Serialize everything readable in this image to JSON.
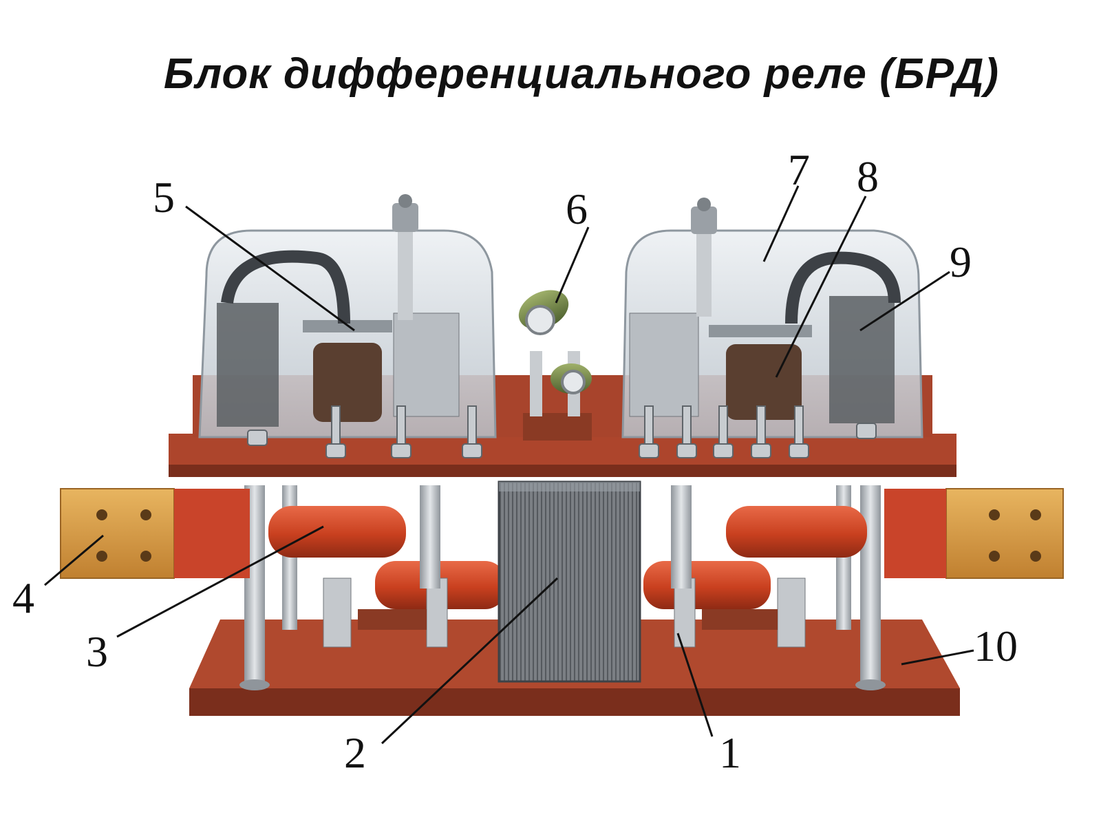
{
  "title": "Блок дифференциального реле (БРД)",
  "callouts": [
    {
      "id": "1",
      "label": "1"
    },
    {
      "id": "2",
      "label": "2"
    },
    {
      "id": "3",
      "label": "3"
    },
    {
      "id": "4",
      "label": "4"
    },
    {
      "id": "5",
      "label": "5"
    },
    {
      "id": "6",
      "label": "6"
    },
    {
      "id": "7",
      "label": "7"
    },
    {
      "id": "8",
      "label": "8"
    },
    {
      "id": "9",
      "label": "9"
    },
    {
      "id": "10",
      "label": "10"
    }
  ],
  "colors": {
    "base": "#a8442c",
    "base_dark": "#7a2e1c",
    "coil": "#d44a2c",
    "copper_bar": "#d9a04a",
    "glass": "#d7dde3",
    "core": "#6f7378",
    "steel": "#c8ccd0"
  }
}
